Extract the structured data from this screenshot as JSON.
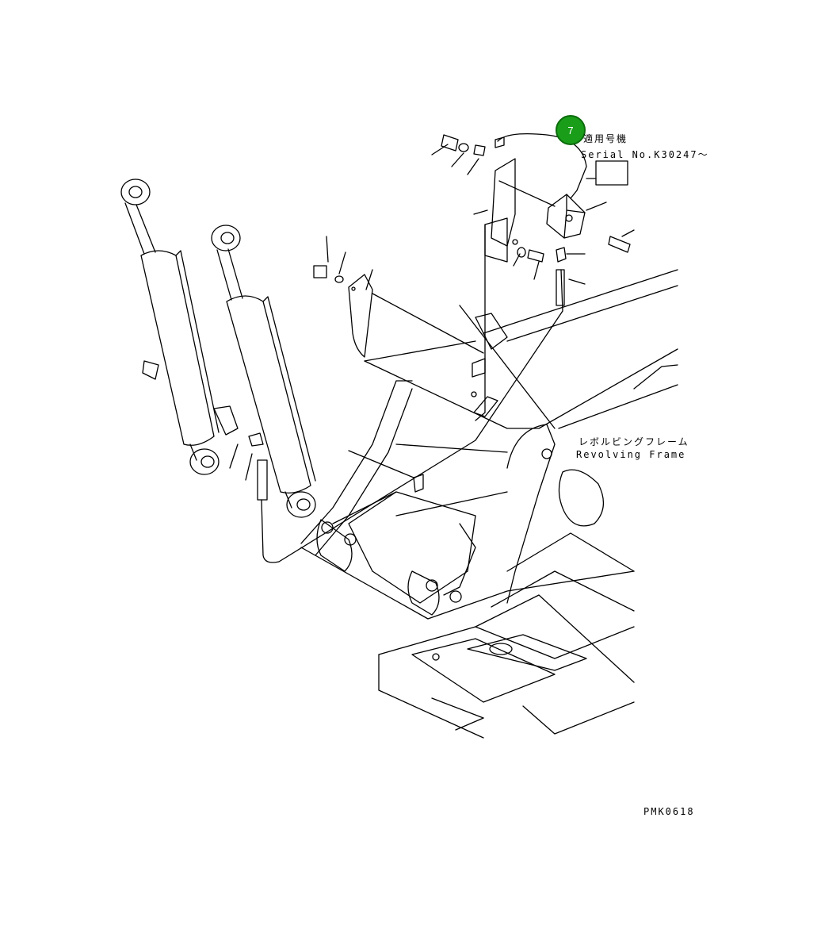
{
  "callout": {
    "number": "7",
    "color": "#1a9e1a"
  },
  "labels": {
    "applicable_machine": "適用号機",
    "serial": "Serial No.K30247～",
    "frame_jp": "レボルビングフレーム",
    "frame_en": "Revolving Frame",
    "drawing_no": "PMK0618"
  },
  "colors": {
    "line": "#000000",
    "background": "#ffffff"
  }
}
